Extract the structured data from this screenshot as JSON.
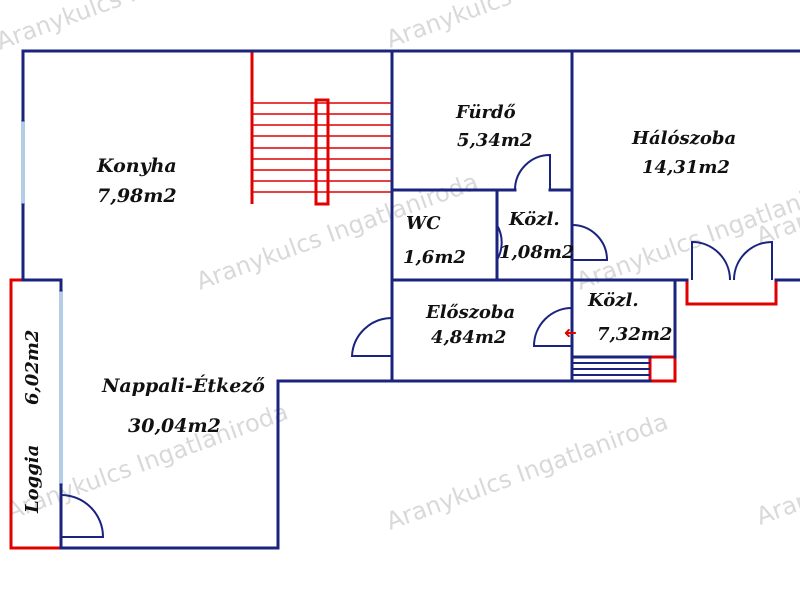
{
  "watermark": "Aranykulcs Ingatlaniroda",
  "colors": {
    "wall": "#1a237e",
    "stair": "#e00000",
    "window": "#b3cde8",
    "text": "#111111",
    "watermark": "#d9d9d9"
  },
  "rooms": {
    "konyha": {
      "name": "Konyha",
      "area": "7,98m2"
    },
    "nappali": {
      "name": "Nappali-Étkező",
      "area": "30,04m2"
    },
    "loggia": {
      "name": "Loggia",
      "area": "6,02m2"
    },
    "furdo": {
      "name": "Fürdő",
      "area": "5,34m2"
    },
    "haloszoba": {
      "name": "Hálószoba",
      "area": "14,31m2"
    },
    "wc": {
      "name": "WC",
      "area": "1,6m2"
    },
    "kozl1": {
      "name": "Közl.",
      "area": "1,08m2"
    },
    "eloszoba": {
      "name": "Előszoba",
      "area": "4,84m2"
    },
    "kozl2": {
      "name": "Közl.",
      "area": "7,32m2"
    }
  },
  "entrance_arrow": "➜"
}
